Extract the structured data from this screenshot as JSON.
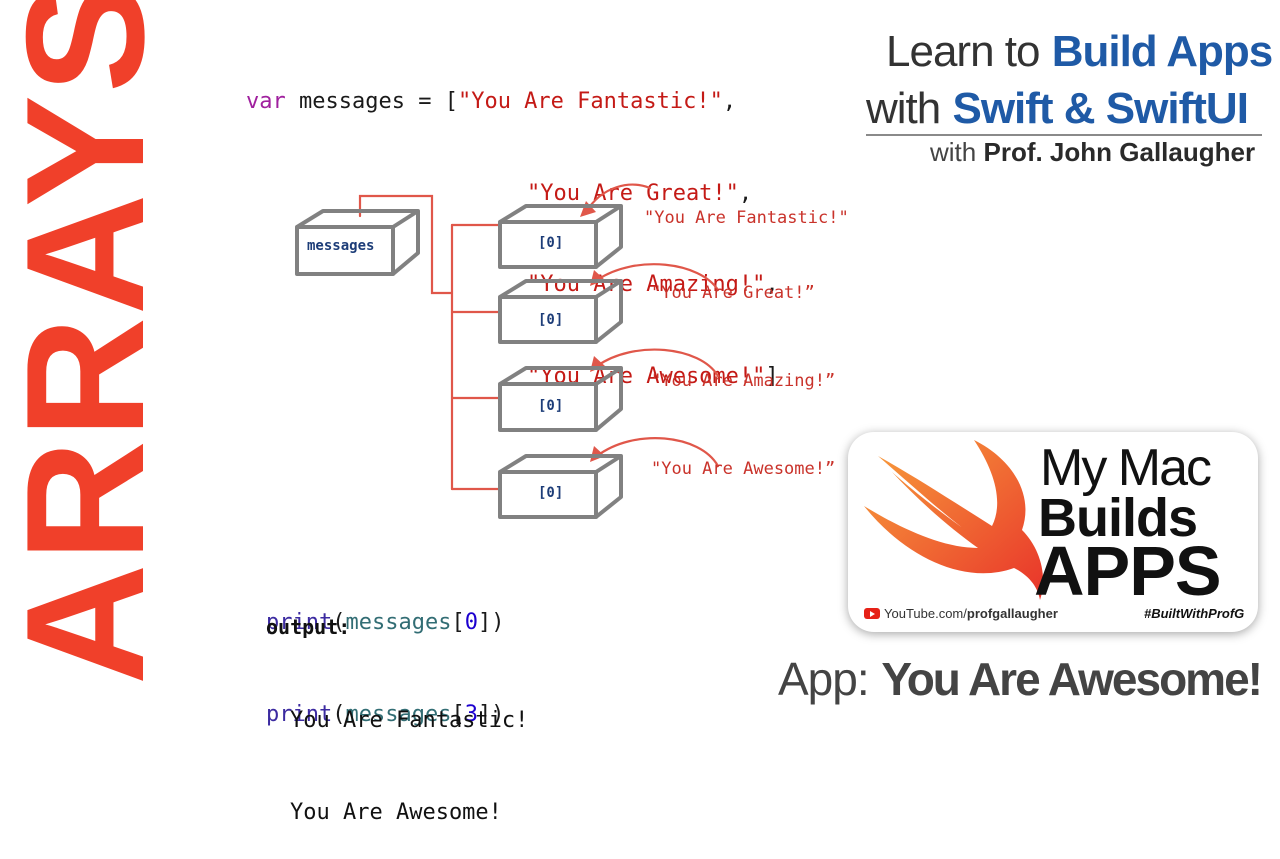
{
  "title": "ARRAYS",
  "colors": {
    "title_red": "#f0402a",
    "brand_blue": "#1f5aa6",
    "keyword": "#a0209e",
    "string": "#c41a16",
    "box_gray": "#818181",
    "arrow_red": "#e0574a",
    "label_navy": "#1d3d78"
  },
  "code": {
    "keyword": "var",
    "variable": "messages",
    "assign": " = [",
    "items": [
      "\"You Are Fantastic!\"",
      "\"You Are Great!\"",
      "\"You Are Amazing!\"",
      "\"You Are Awesome!\""
    ],
    "separator": ",",
    "close": "]"
  },
  "brand": {
    "learn_to": "Learn to",
    "build_apps": "Build Apps",
    "with": "with",
    "swift": "Swift & SwiftUI",
    "with_prof": "with",
    "prof": "Prof. John Gallaugher"
  },
  "diagram": {
    "variable_box": "messages",
    "index_labels": [
      "[0]",
      "[0]",
      "[0]",
      "[0]"
    ],
    "strings": [
      "\"You Are Fantastic!\"",
      "\"You Are Great!”",
      "\"You Are Amazing!”",
      "\"You Are Awesome!”"
    ]
  },
  "print": {
    "fn": "print",
    "open": "(",
    "var": "messages",
    "lines": [
      {
        "index": "0"
      },
      {
        "index": "3"
      }
    ],
    "close": "])",
    "output_label": "output:",
    "output_lines": [
      "You Are Fantastic!",
      "You Are Awesome!"
    ]
  },
  "sticker": {
    "line1": "My Mac",
    "line2": "Builds",
    "line3": "APPS",
    "youtube_prefix": "YouTube.com/",
    "youtube_handle": "profgallaugher",
    "hashtag": "#BuiltWithProfG",
    "icon": "swift-logo-icon",
    "yt_icon": "youtube-play-icon"
  },
  "app": {
    "prefix": "App:",
    "name": "You Are Awesome!"
  }
}
